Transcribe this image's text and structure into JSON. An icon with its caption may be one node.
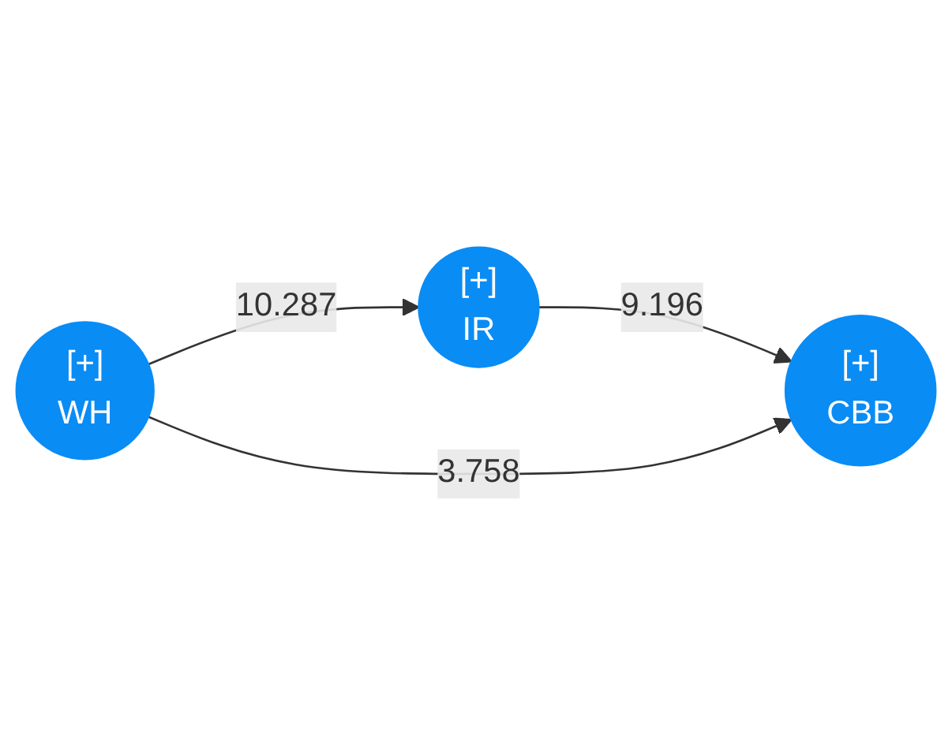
{
  "diagram": {
    "nodes": [
      {
        "text": [
          "[+]",
          "IR"
        ]
      },
      {
        "text": [
          "[+]",
          "WH"
        ]
      },
      {
        "text": [
          "[+]",
          "CBB"
        ]
      }
    ],
    "edges": [
      {
        "from": 1,
        "to": 0,
        "arrow": "to",
        "label": "10.287"
      },
      {
        "from": 0,
        "to": 2,
        "arrow": "to",
        "label": "9.196"
      },
      {
        "from": 1,
        "to": 2,
        "arrow": "to",
        "label": "3.758"
      }
    ]
  }
}
